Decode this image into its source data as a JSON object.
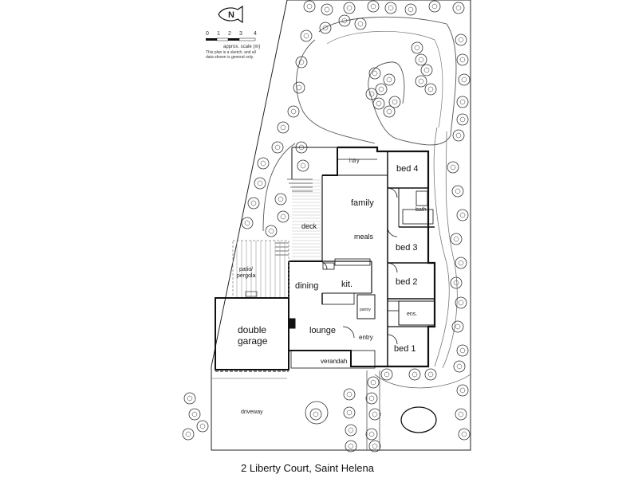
{
  "compass": {
    "letter": "N"
  },
  "scale": {
    "ticks": [
      "0",
      "1",
      "2",
      "3",
      "4"
    ],
    "title": "approx. scale (m)",
    "note_line1": "This plan is a sketch, and all",
    "note_line2": "data shown is general only."
  },
  "rooms": {
    "bed4": "bed 4",
    "laundry": "l'dry",
    "family": "family",
    "bath": "bath",
    "meals": "meals",
    "bed3": "bed 3",
    "deck": "deck",
    "bed2": "bed 2",
    "kit": "kit.",
    "dining": "dining",
    "patio": "patio/",
    "pergola": "pergola",
    "double": "double",
    "garage": "garage",
    "lounge": "lounge",
    "pantry": "pantry",
    "ens": "ens.",
    "entry": "entry",
    "bed1": "bed 1",
    "verandah": "verandah",
    "driveway": "driveway"
  },
  "address": "2 Liberty Court, Saint Helena"
}
